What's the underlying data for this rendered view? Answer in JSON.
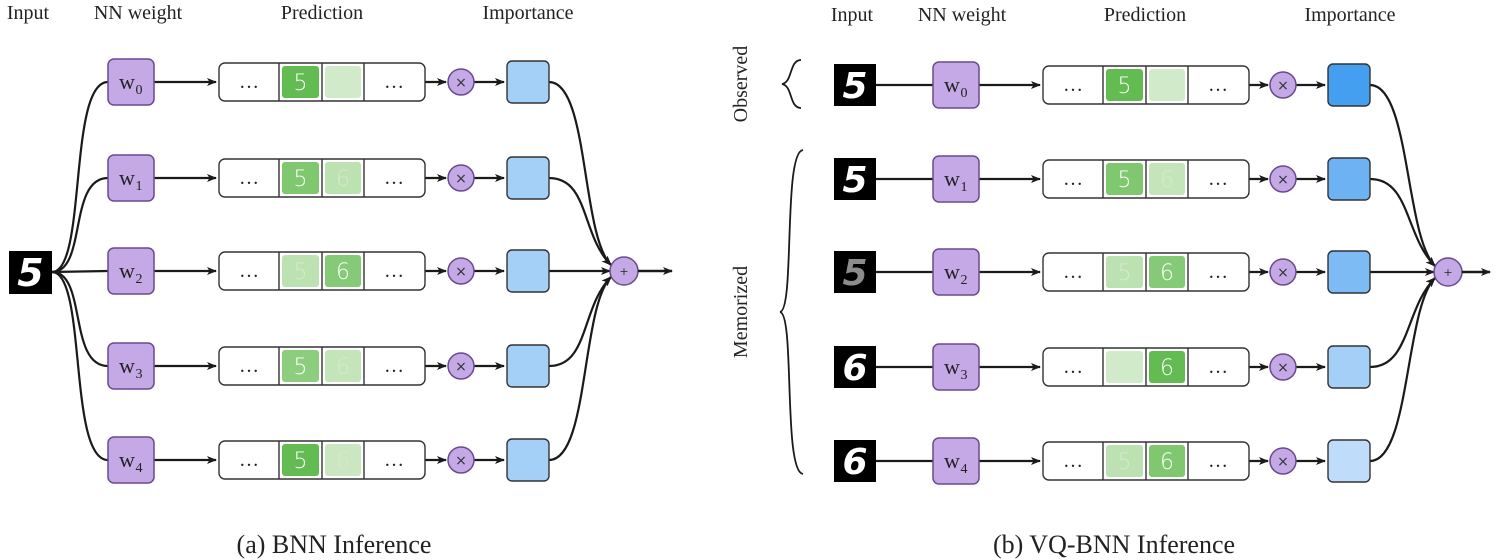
{
  "panels": [
    {
      "caption": "(a) BNN Inference",
      "headers": {
        "input": "Input",
        "weight": "NN weight",
        "prediction": "Prediction",
        "importance": "Importance"
      },
      "rows": [
        {
          "weight": "w",
          "sub": "0",
          "p5": 0.95,
          "p6": 0.15,
          "importance": 0.35
        },
        {
          "weight": "w",
          "sub": "1",
          "p5": 0.75,
          "p6": 0.3,
          "importance": 0.35
        },
        {
          "weight": "w",
          "sub": "2",
          "p5": 0.3,
          "p6": 0.7,
          "importance": 0.35
        },
        {
          "weight": "w",
          "sub": "3",
          "p5": 0.65,
          "p6": 0.25,
          "importance": 0.35
        },
        {
          "weight": "w",
          "sub": "4",
          "p5": 0.95,
          "p6": 0.2,
          "importance": 0.35
        }
      ],
      "ellipsis": "…",
      "digit5": "5",
      "digit6": "6",
      "multiply": "×",
      "plus": "+"
    },
    {
      "caption": "(b) VQ-BNN Inference",
      "headers": {
        "input": "Input",
        "weight": "NN weight",
        "prediction": "Prediction",
        "importance": "Importance"
      },
      "group_labels": {
        "observed": "Observed",
        "memorized": "Memorized"
      },
      "rows": [
        {
          "weight": "w",
          "sub": "0",
          "input_digit": "5",
          "p5": 0.95,
          "p6": 0.15,
          "importance": 0.95
        },
        {
          "weight": "w",
          "sub": "1",
          "input_digit": "5",
          "p5": 0.75,
          "p6": 0.25,
          "importance": 0.7
        },
        {
          "weight": "w",
          "sub": "2",
          "input_digit": "5",
          "p5": 0.3,
          "p6": 0.7,
          "importance": 0.6
        },
        {
          "weight": "w",
          "sub": "3",
          "input_digit": "6",
          "p5": 0.15,
          "p6": 0.95,
          "importance": 0.35
        },
        {
          "weight": "w",
          "sub": "4",
          "input_digit": "6",
          "p5": 0.3,
          "p6": 0.75,
          "importance": 0.18
        }
      ],
      "ellipsis": "…",
      "digit5": "5",
      "digit6": "6",
      "multiply": "×",
      "plus": "+"
    }
  ],
  "colors": {
    "weight_fill": "#c5a8e6",
    "weight_stroke": "#6a4a8e",
    "green_strong": "#5cb94a",
    "green_light": "#e6f3df",
    "blue_strong": "#3d9bf0",
    "blue_light": "#dcecfc",
    "input_bg": "#000000"
  }
}
